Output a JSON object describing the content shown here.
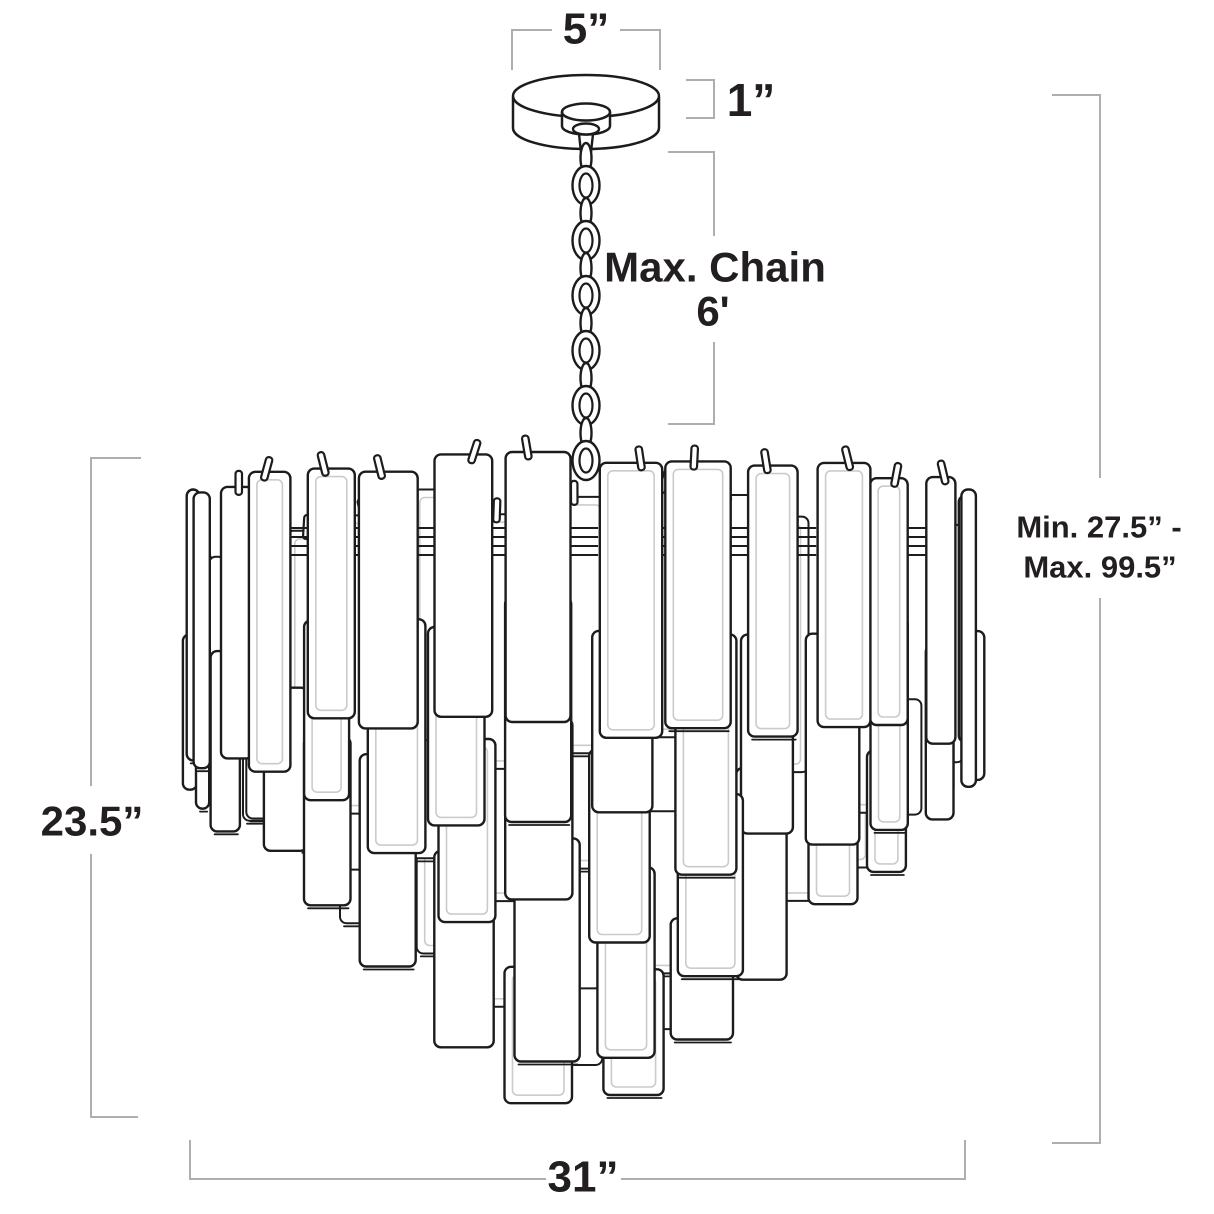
{
  "diagram": {
    "title": "chandelier-dimension-diagram",
    "labels": {
      "canopy_width": "5”",
      "canopy_height": "1”",
      "max_chain_line1": "Max. Chain",
      "max_chain_line2": "6'",
      "hanging_height_line1": "Min. 27.5” -",
      "hanging_height_line2": "Max. 99.5”",
      "fixture_height": "23.5”",
      "fixture_width": "31”"
    },
    "colors": {
      "line_art": "#1c1c1c",
      "inner_edge": "#cbcbcb",
      "dimension_line": "#aeaeae",
      "label_text": "#231f20",
      "background": "#ffffff"
    }
  }
}
